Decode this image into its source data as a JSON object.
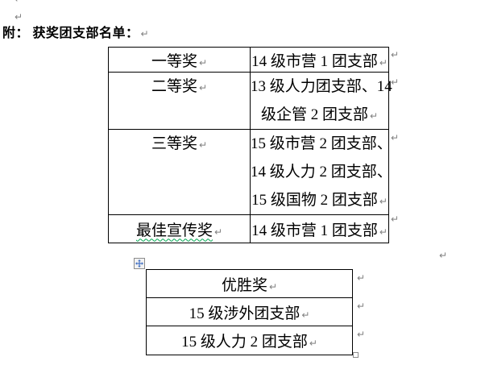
{
  "document": {
    "heading": "附： 获奖团支部名单：",
    "pilcrow": "↵"
  },
  "awards_table": {
    "rows": [
      {
        "award": "一等奖",
        "winner_lines": [
          "14 级市营 1 团支部"
        ]
      },
      {
        "award": "二等奖",
        "winner_lines": [
          "13 级人力团支部、14",
          "级企管 2 团支部"
        ]
      },
      {
        "award": "三等奖",
        "winner_lines": [
          "15 级市营 2 团支部、",
          "14 级人力 2 团支部、",
          "15 级国物 2 团支部"
        ]
      },
      {
        "award": "最佳宣传奖",
        "winner_lines": [
          "14 级市营 1 团支部"
        ]
      }
    ]
  },
  "winners_table": {
    "rows": [
      "优胜奖",
      "15 级涉外团支部",
      "15 级人力 2 团支部"
    ]
  },
  "colors": {
    "text": "#000000",
    "table_border": "#000000",
    "formatting_marks": "#808080",
    "grammar_wavy_underline": "#00a650",
    "move_handle_arrows": "#4472c4"
  }
}
